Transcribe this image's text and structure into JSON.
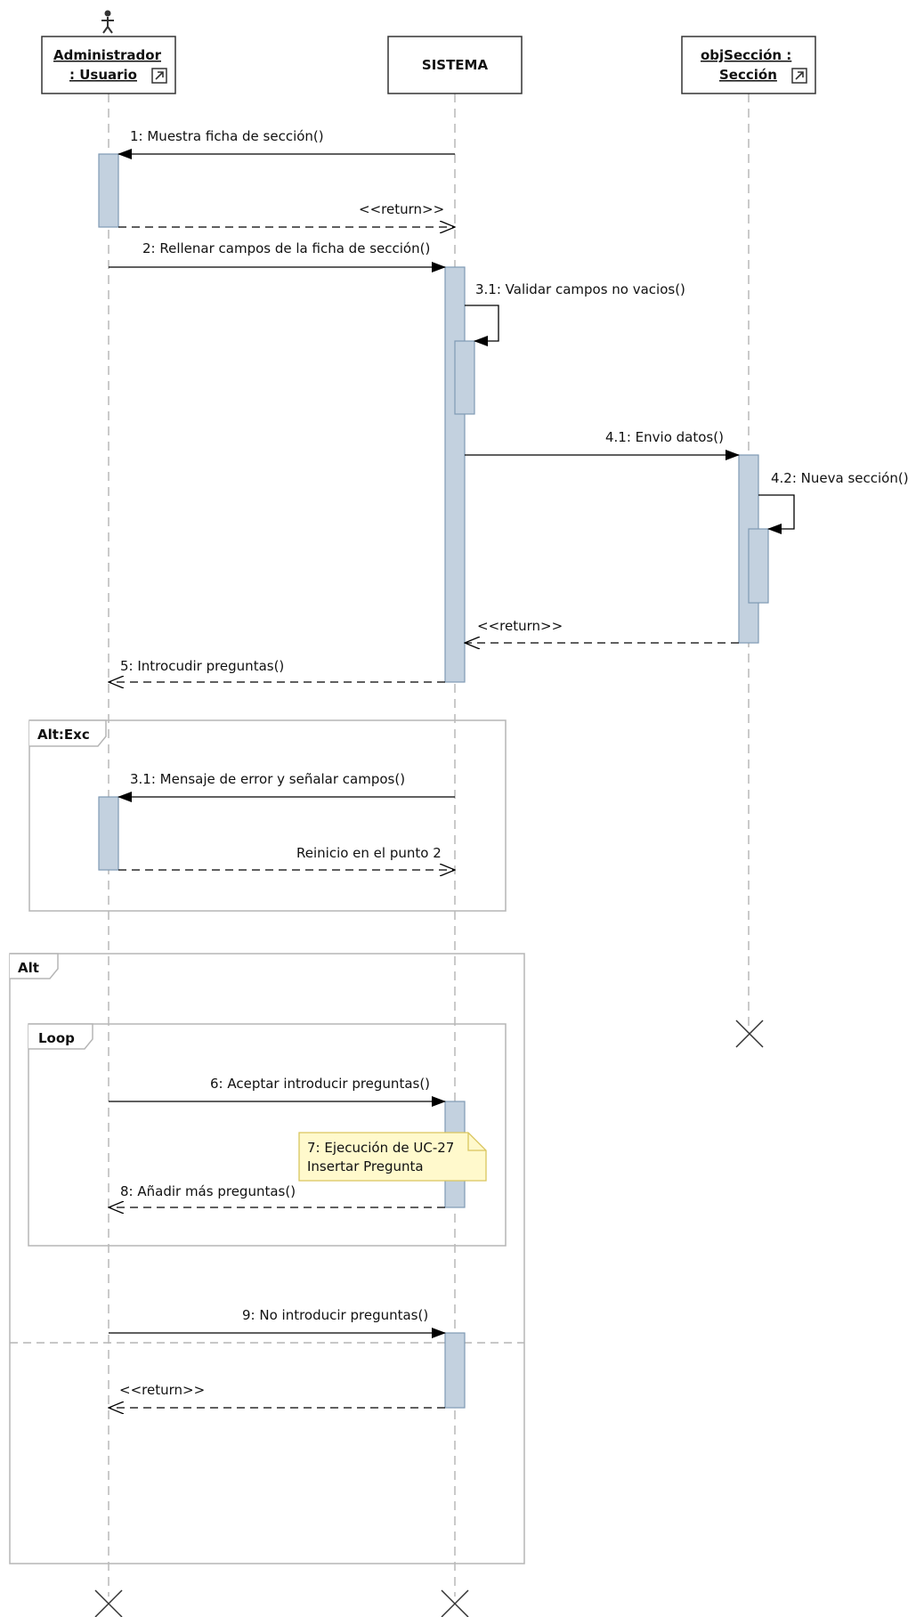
{
  "participants": {
    "actor": {
      "line1": "Administrador",
      "line2": ": Usuario",
      "icon": "stick-figure-icon",
      "link_icon": "hyperlink-arrow-icon"
    },
    "system": {
      "label": "SISTEMA"
    },
    "seccion": {
      "line1": "objSección :",
      "line2": "Sección",
      "link_icon": "hyperlink-arrow-icon"
    }
  },
  "messages": {
    "m1": "1: Muestra ficha de sección()",
    "r1": "<<return>>",
    "m2": "2: Rellenar campos de la ficha de sección()",
    "m31": "3.1: Validar campos no vacios()",
    "m41": "4.1: Envio datos()",
    "m42": "4.2: Nueva sección()",
    "r2": "<<return>>",
    "m5": "5: Introcudir preguntas()",
    "m31b": "3.1: Mensaje de error y señalar campos()",
    "r3": "Reinicio en el punto 2",
    "m6": "6: Aceptar introducir preguntas()",
    "m8": "8: Añadir más preguntas()",
    "m9": "9: No introducir preguntas()",
    "r4": "<<return>>"
  },
  "frames": {
    "altexc": "Alt:Exc",
    "alt": "Alt",
    "loop": "Loop"
  },
  "note": {
    "line1": "7: Ejecución de UC-27",
    "line2": "Insertar Pregunta"
  },
  "colors": {
    "activation_fill": "#c3d1df",
    "activation_stroke": "#7f9ab4",
    "lifeline": "#b9b9b9",
    "frame_stroke": "#b5b5b5",
    "note_fill": "#fff9cc",
    "note_stroke": "#d9c55e"
  }
}
